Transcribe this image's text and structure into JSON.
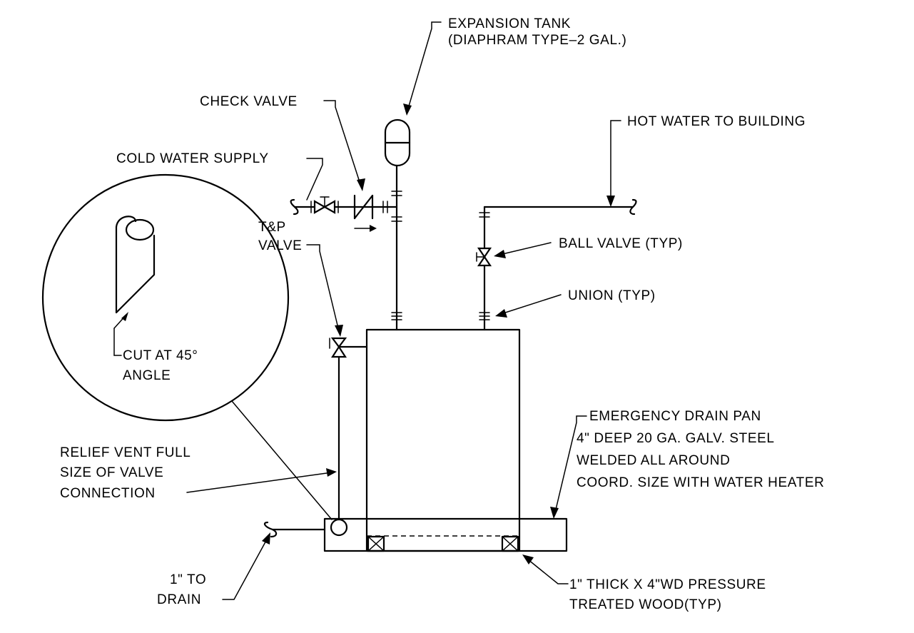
{
  "labels": {
    "expansion_tank": [
      "EXPANSION TANK",
      "(DIAPHRAM TYPE–2 GAL.)"
    ],
    "check_valve": [
      "CHECK VALVE"
    ],
    "cold_water_supply": [
      "COLD WATER SUPPLY"
    ],
    "hot_water_to_building": [
      "HOT WATER TO BUILDING"
    ],
    "tp_valve": [
      "T&P",
      "VALVE"
    ],
    "ball_valve": [
      "BALL VALVE (TYP)"
    ],
    "union": [
      "UNION (TYP)"
    ],
    "cut_at_45": [
      "CUT AT 45°",
      "ANGLE"
    ],
    "emergency_drain_pan": [
      "EMERGENCY DRAIN PAN",
      "4\" DEEP 20 GA. GALV. STEEL",
      "WELDED ALL AROUND",
      "COORD. SIZE WITH WATER HEATER"
    ],
    "relief_vent": [
      "RELIEF VENT FULL",
      "SIZE OF VALVE",
      "CONNECTION"
    ],
    "drain": [
      "1\" TO",
      "DRAIN"
    ],
    "wood_blocking": [
      "1\" THICK X 4\"WD PRESSURE",
      "TREATED WOOD(TYP)"
    ]
  },
  "colors": {
    "line": "#000000",
    "background": "#ffffff"
  }
}
